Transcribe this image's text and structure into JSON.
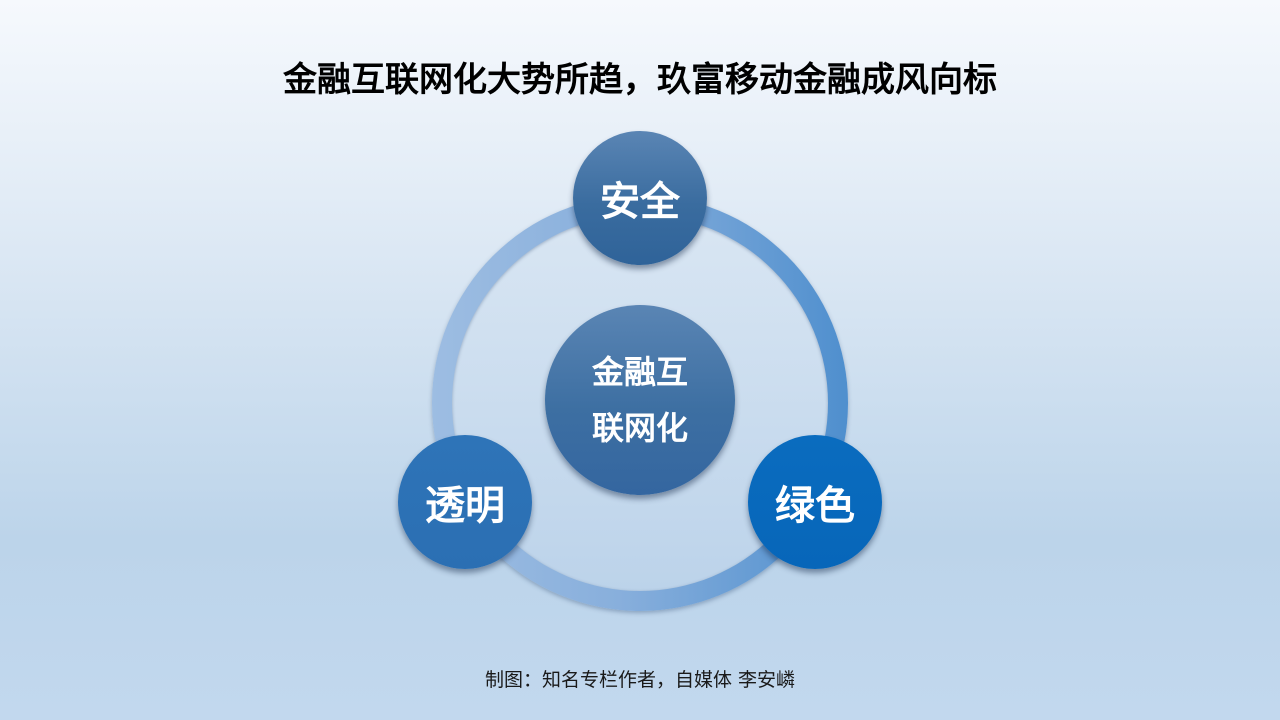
{
  "slide": {
    "title": "金融互联网化大势所趋，玖富移动金融成风向标",
    "caption": "制图：知名专栏作者，自媒体  李安嶙"
  },
  "diagram": {
    "center": {
      "line1": "金融互",
      "line2": "联网化"
    },
    "nodes": [
      {
        "label": "安全",
        "position": "top",
        "color": "#3a6c9f"
      },
      {
        "label": "透明",
        "position": "bottom-left",
        "color": "#2e74b8"
      },
      {
        "label": "绿色",
        "position": "bottom-right",
        "color": "#0a6cbf"
      }
    ],
    "ring_color": "#88afdc"
  }
}
